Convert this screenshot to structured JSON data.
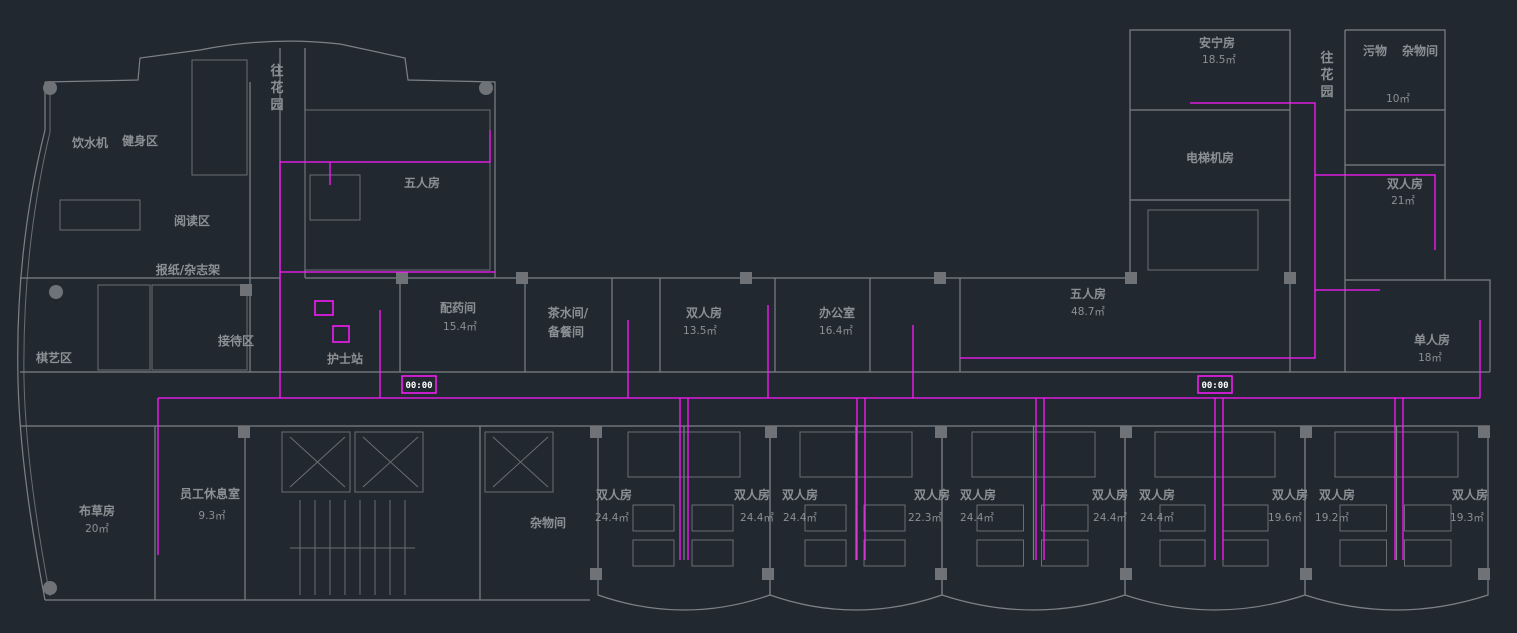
{
  "colors": {
    "background": "#212830",
    "walls": "#7d8186",
    "pipes": "#ff1aff",
    "text": "#8c9094"
  },
  "labels": {
    "water_dispenser": "饮水机",
    "fitness": "健身区",
    "reading": "阅读区",
    "newspaper_rack": "报纸/杂志架",
    "chess": "棋艺区",
    "reception": "接待区",
    "garden_left": [
      "往",
      "花",
      "园"
    ],
    "garden_right": [
      "往",
      "花",
      "园"
    ],
    "five_bed_left": "五人房",
    "pharmacy": {
      "name": "配药间",
      "area": "15.4㎡"
    },
    "nurse_station": "护士站",
    "pantry": {
      "line1": "茶水间/",
      "line2": "备餐间"
    },
    "double_135": {
      "name": "双人房",
      "area": "13.5㎡"
    },
    "office": {
      "name": "办公室",
      "area": "16.4㎡"
    },
    "five_bed_right": {
      "name": "五人房",
      "area": "48.7㎡"
    },
    "hospice": {
      "name": "安宁房",
      "area": "18.5㎡"
    },
    "dirty": "污物",
    "storage_top": {
      "name": "杂物间",
      "area": "10㎡"
    },
    "elevator_machine": "电梯机房",
    "double_21": {
      "name": "双人房",
      "area": "21㎡"
    },
    "single": {
      "name": "单人房",
      "area": "18㎡"
    },
    "linen": {
      "name": "布草房",
      "area": "20㎡"
    },
    "staff_rest": {
      "name": "员工休息室",
      "area": "9.3㎡"
    },
    "storage_bottom": "杂物间",
    "clock_left": "00:00",
    "clock_right": "00:00"
  },
  "bottom_rooms": [
    {
      "name": "双人房",
      "area": "24.4㎡"
    },
    {
      "name": "双人房",
      "area": "24.4㎡"
    },
    {
      "name": "双人房",
      "area": "24.4㎡"
    },
    {
      "name": "双人房",
      "area": "22.3㎡"
    },
    {
      "name": "双人房",
      "area": "24.4㎡"
    },
    {
      "name": "双人房",
      "area": "24.4㎡"
    },
    {
      "name": "双人房",
      "area": "24.4㎡"
    },
    {
      "name": "双人房",
      "area": "19.6㎡"
    },
    {
      "name": "双人房",
      "area": "19.2㎡"
    },
    {
      "name": "双人房",
      "area": "19.3㎡"
    }
  ]
}
